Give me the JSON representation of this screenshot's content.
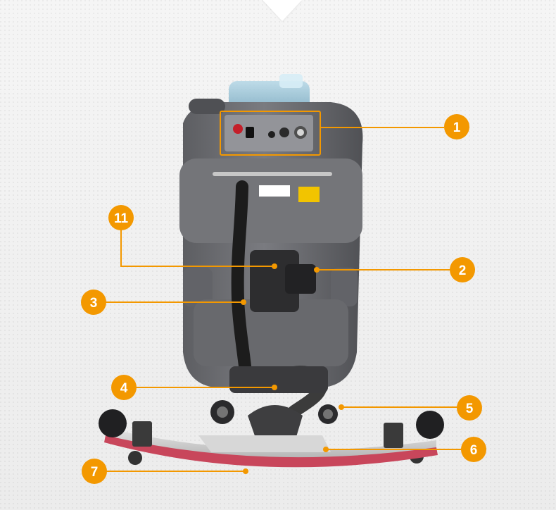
{
  "callouts": [
    {
      "number": "1"
    },
    {
      "number": "2"
    },
    {
      "number": "3"
    },
    {
      "number": "4"
    },
    {
      "number": "5"
    },
    {
      "number": "6"
    },
    {
      "number": "7"
    },
    {
      "number": "11"
    }
  ],
  "colors": {
    "accent": "#f39800",
    "machine_body": "#6f7074",
    "machine_dark": "#3f4044",
    "squeegee_red": "#c8465b",
    "background": "#f2f2f2"
  },
  "icons": [
    "top-notch",
    "callout-badge",
    "scrubber-machine"
  ]
}
